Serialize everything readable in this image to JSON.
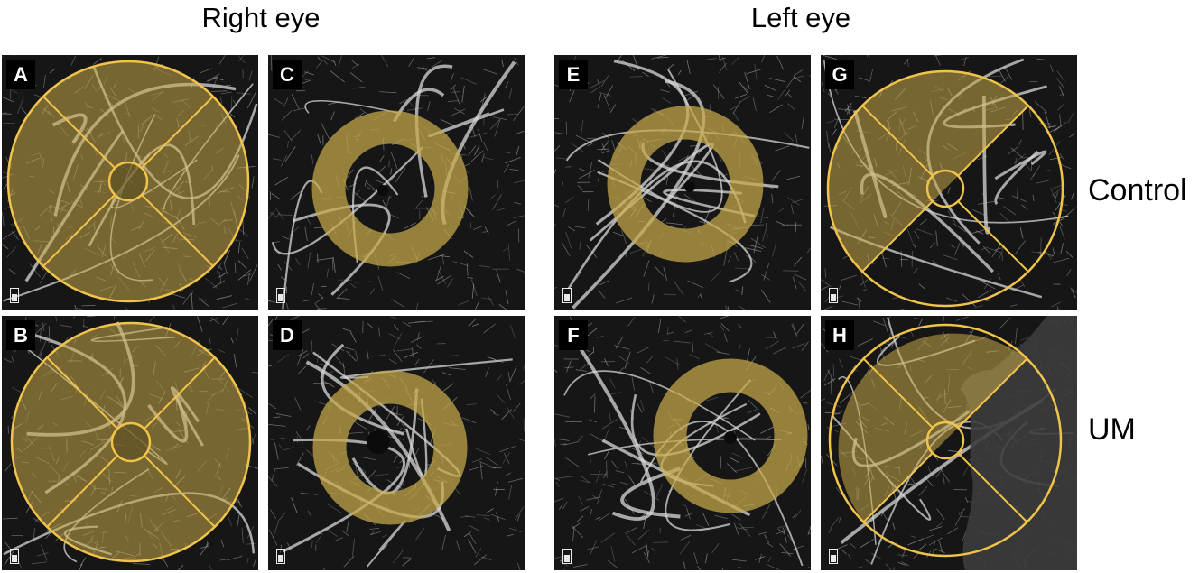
{
  "titles": {
    "right": "Right eye",
    "left": "Left eye"
  },
  "row_labels": {
    "top": "Control",
    "bottom": "UM"
  },
  "panels": [
    {
      "label": "A",
      "kind": "macula"
    },
    {
      "label": "B",
      "kind": "macula"
    },
    {
      "label": "C",
      "kind": "disc"
    },
    {
      "label": "D",
      "kind": "disc"
    },
    {
      "label": "E",
      "kind": "disc"
    },
    {
      "label": "F",
      "kind": "disc"
    },
    {
      "label": "G",
      "kind": "macula-sector"
    },
    {
      "label": "H",
      "kind": "macula-sector"
    }
  ],
  "colors": {
    "overlay_fill": "#c8aa4b",
    "overlay_stroke": "#f0c34a",
    "background": "#161616"
  }
}
